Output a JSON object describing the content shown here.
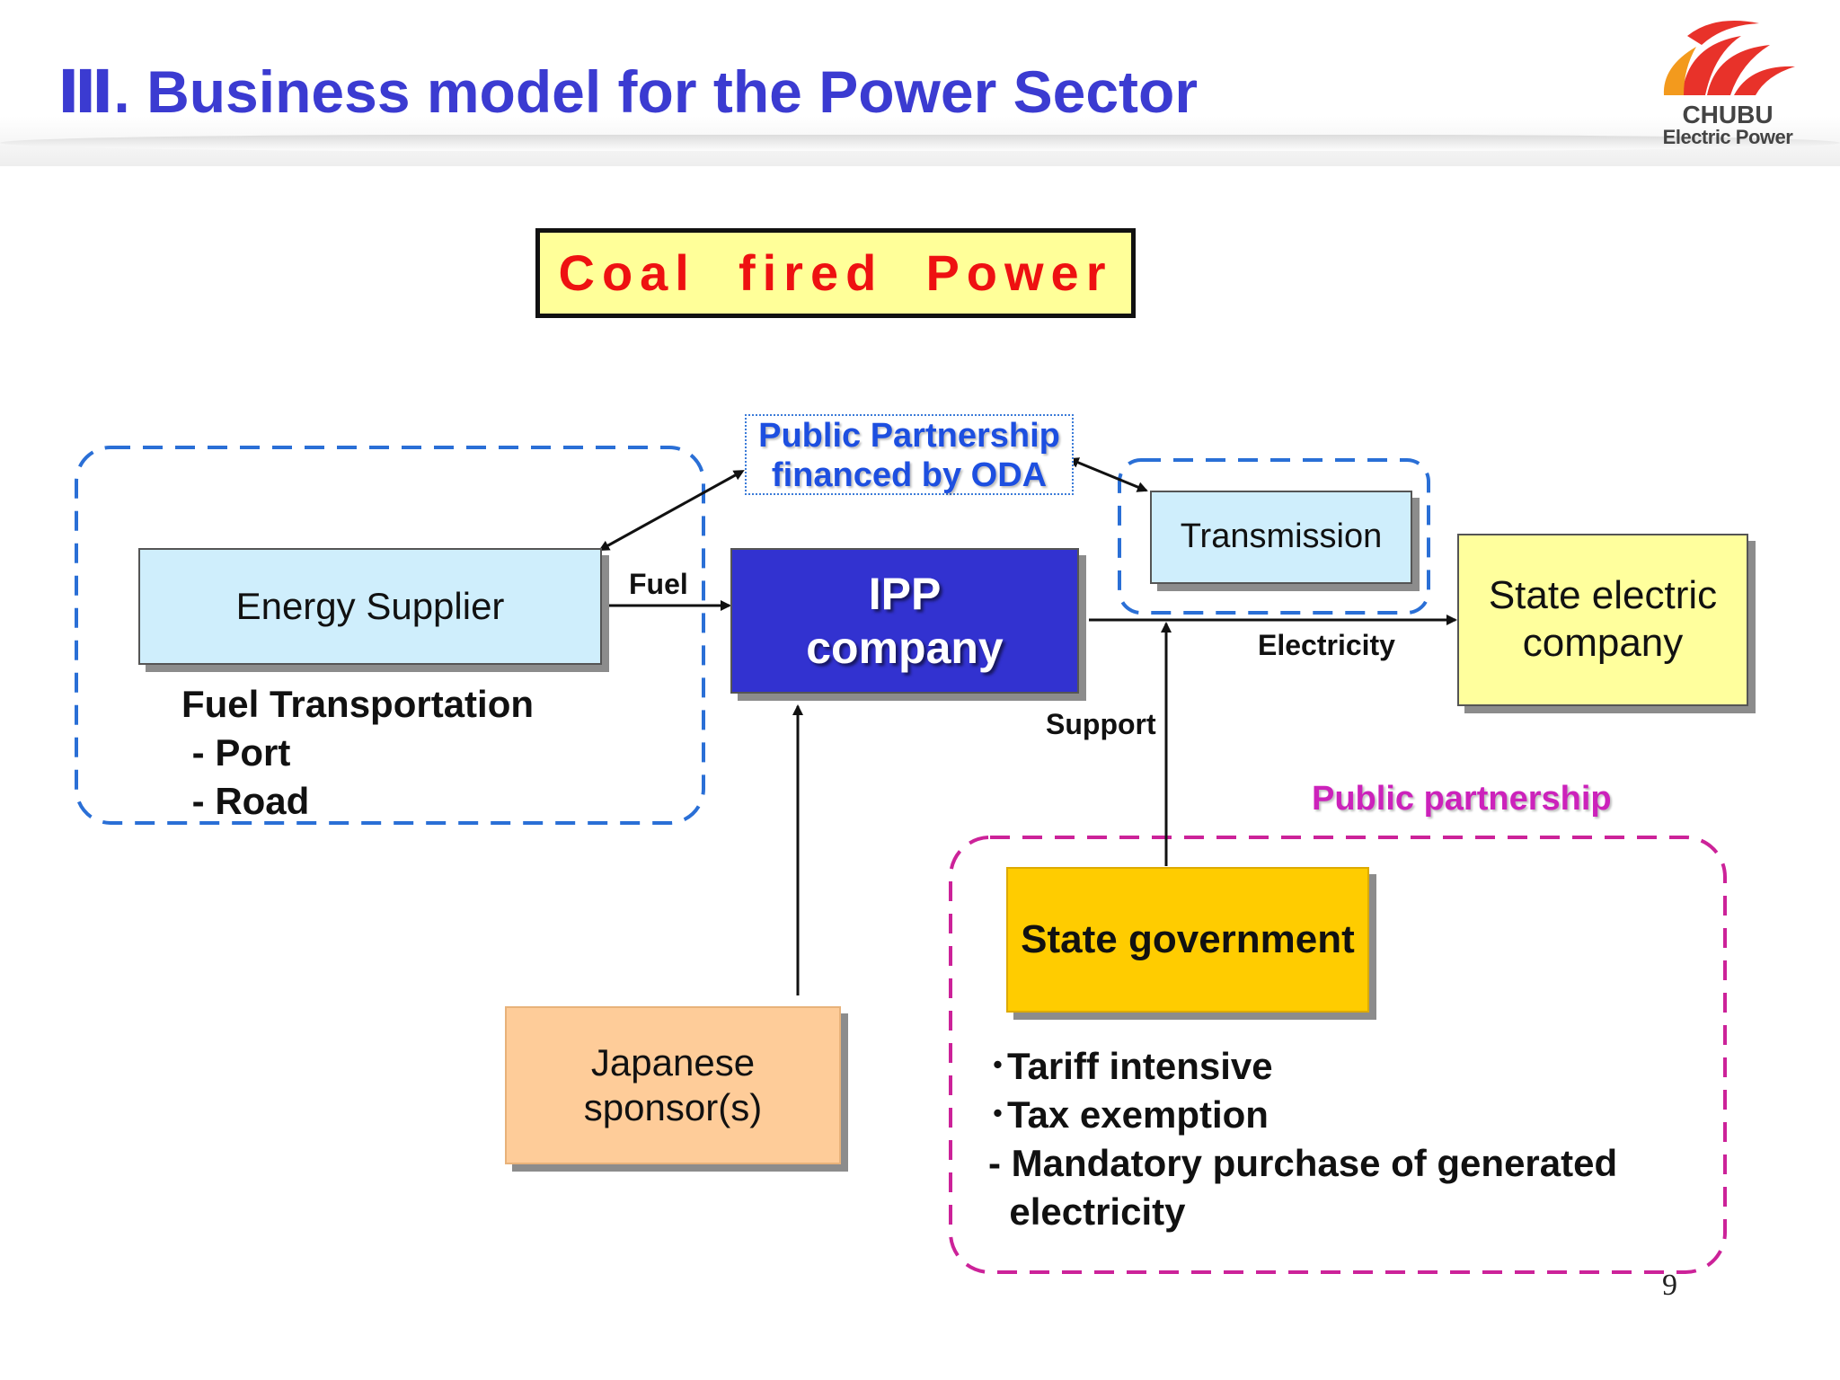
{
  "header": {
    "title": "Ⅲ. Business model for the Power Sector",
    "logo_name": "CHUBU",
    "logo_sub": "Electric Power"
  },
  "headline": "Coal  fired  Power",
  "diagram": {
    "energy_supplier": "Energy Supplier",
    "ipp_line1": "IPP",
    "ipp_line2": "company",
    "oda_line1": "Public Partnership",
    "oda_line2": "financed by ODA",
    "transmission": "Transmission",
    "state_electric_line1": "State electric",
    "state_electric_line2": "company",
    "fuel_label": "Fuel",
    "electricity_label": "Electricity",
    "support_label": "Support",
    "fuel_transport": [
      "Fuel Transportation",
      " - Port",
      " - Road"
    ],
    "public_partnership": "Public partnership",
    "state_government": "State government",
    "sponsor_line1": "Japanese",
    "sponsor_line2": "sponsor(s)",
    "gov_bullets": [
      "･Tariff intensive",
      "･Tax exemption",
      "- Mandatory purchase of generated",
      "  electricity"
    ]
  },
  "page_number": "9",
  "colors": {
    "title": "#3b3bd1",
    "blue_dash": "#2a6fd6",
    "magenta_dash": "#cc2299",
    "logo_red": "#e8322a",
    "logo_orange": "#f39a1d"
  }
}
